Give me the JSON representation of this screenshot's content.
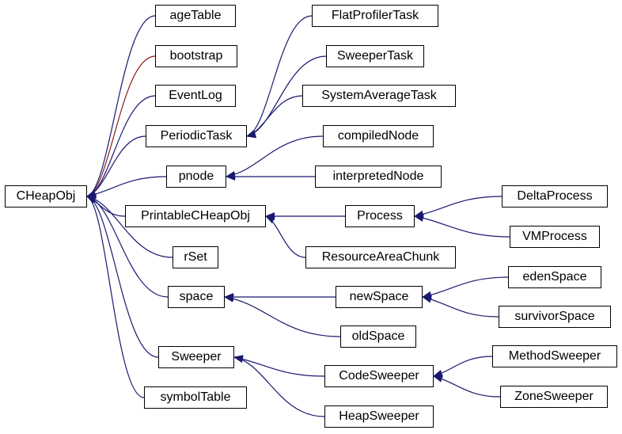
{
  "diagram": {
    "edge_color": "#191970",
    "special_edge_color": "#8b1a1a",
    "nodes": {
      "cheapobj": "CHeapObj",
      "agetable": "ageTable",
      "bootstrap": "bootstrap",
      "eventlog": "EventLog",
      "periodictask": "PeriodicTask",
      "pnode": "pnode",
      "printablecheapobj": "PrintableCHeapObj",
      "rset": "rSet",
      "space": "space",
      "sweeper": "Sweeper",
      "symboltable": "symbolTable",
      "flatprofilertask": "FlatProfilerTask",
      "sweepertask": "SweeperTask",
      "systemaveragetask": "SystemAverageTask",
      "compilednode": "compiledNode",
      "interpretednode": "interpretedNode",
      "process": "Process",
      "resourceareachunk": "ResourceAreaChunk",
      "newspace": "newSpace",
      "oldspace": "oldSpace",
      "codesweeper": "CodeSweeper",
      "heapsweeper": "HeapSweeper",
      "deltaprocess": "DeltaProcess",
      "vmprocess": "VMProcess",
      "edenspace": "edenSpace",
      "survivorspace": "survivorSpace",
      "methodsweeper": "MethodSweeper",
      "zonesweeper": "ZoneSweeper"
    },
    "edges": [
      {
        "from": "agetable",
        "to": "cheapobj"
      },
      {
        "from": "bootstrap",
        "to": "cheapobj",
        "style": "special"
      },
      {
        "from": "eventlog",
        "to": "cheapobj"
      },
      {
        "from": "periodictask",
        "to": "cheapobj"
      },
      {
        "from": "pnode",
        "to": "cheapobj"
      },
      {
        "from": "printablecheapobj",
        "to": "cheapobj"
      },
      {
        "from": "rset",
        "to": "cheapobj"
      },
      {
        "from": "space",
        "to": "cheapobj"
      },
      {
        "from": "sweeper",
        "to": "cheapobj"
      },
      {
        "from": "symboltable",
        "to": "cheapobj"
      },
      {
        "from": "flatprofilertask",
        "to": "periodictask"
      },
      {
        "from": "sweepertask",
        "to": "periodictask"
      },
      {
        "from": "systemaveragetask",
        "to": "periodictask"
      },
      {
        "from": "compilednode",
        "to": "pnode"
      },
      {
        "from": "interpretednode",
        "to": "pnode"
      },
      {
        "from": "process",
        "to": "printablecheapobj"
      },
      {
        "from": "resourceareachunk",
        "to": "printablecheapobj"
      },
      {
        "from": "deltaprocess",
        "to": "process"
      },
      {
        "from": "vmprocess",
        "to": "process"
      },
      {
        "from": "newspace",
        "to": "space"
      },
      {
        "from": "oldspace",
        "to": "space"
      },
      {
        "from": "edenspace",
        "to": "newspace"
      },
      {
        "from": "survivorspace",
        "to": "newspace"
      },
      {
        "from": "codesweeper",
        "to": "sweeper"
      },
      {
        "from": "heapsweeper",
        "to": "sweeper"
      },
      {
        "from": "methodsweeper",
        "to": "codesweeper"
      },
      {
        "from": "zonesweeper",
        "to": "codesweeper"
      }
    ]
  }
}
